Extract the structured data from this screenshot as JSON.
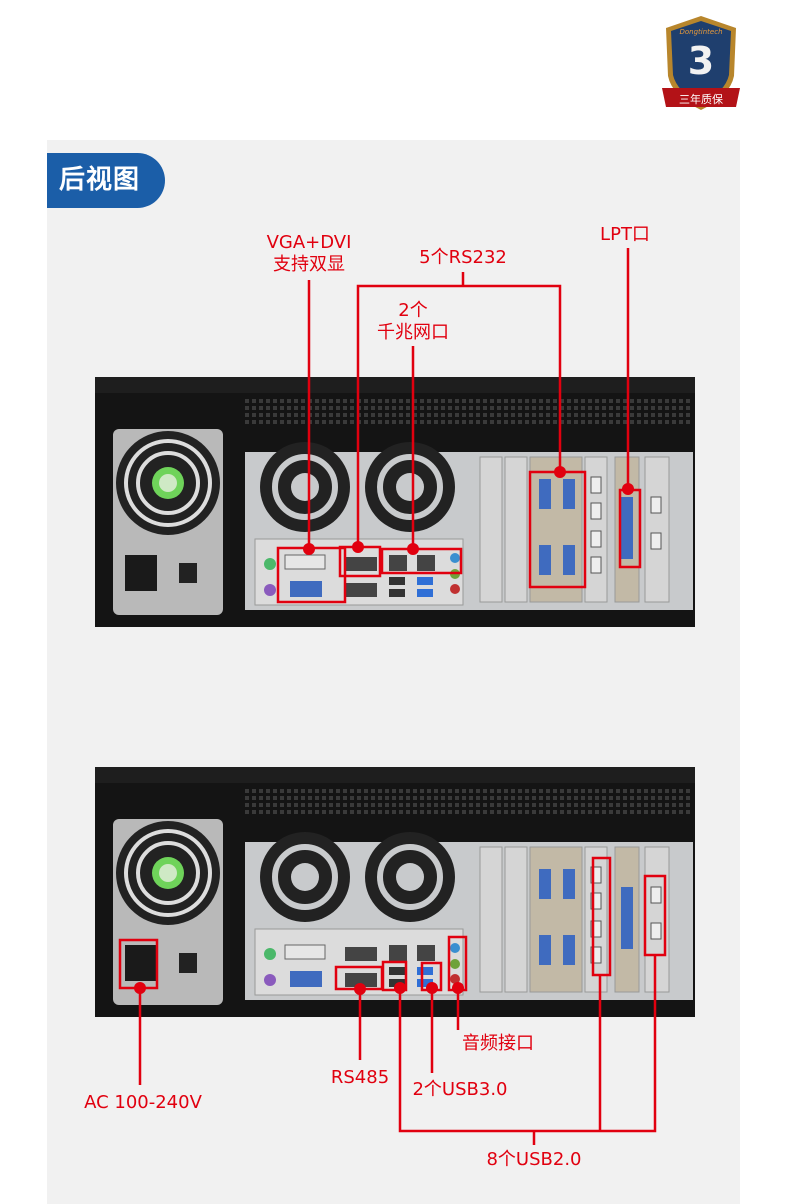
{
  "badge": {
    "brand": "Dongtintech",
    "number": "3",
    "text": "三年质保",
    "icon": "warranty-shield-icon"
  },
  "section_tab": {
    "label": "后视图"
  },
  "colors": {
    "accent_red": "#e1000f",
    "tab_blue": "#1b5ea8",
    "panel_gray": "#f1f1f1"
  },
  "top_view": {
    "vga_dvi": {
      "line1": "VGA+DVI",
      "line2": "支持双显"
    },
    "rs232": {
      "label": "5个RS232"
    },
    "lan": {
      "line1": "2个",
      "line2": "千兆网口"
    },
    "lpt": {
      "label": "LPT口"
    }
  },
  "bottom_view": {
    "ac": {
      "label": "AC 100-240V"
    },
    "rs485": {
      "label": "RS485"
    },
    "usb3": {
      "label": "2个USB3.0"
    },
    "audio": {
      "label": "音频接口"
    },
    "usb2": {
      "label": "8个USB2.0"
    }
  }
}
